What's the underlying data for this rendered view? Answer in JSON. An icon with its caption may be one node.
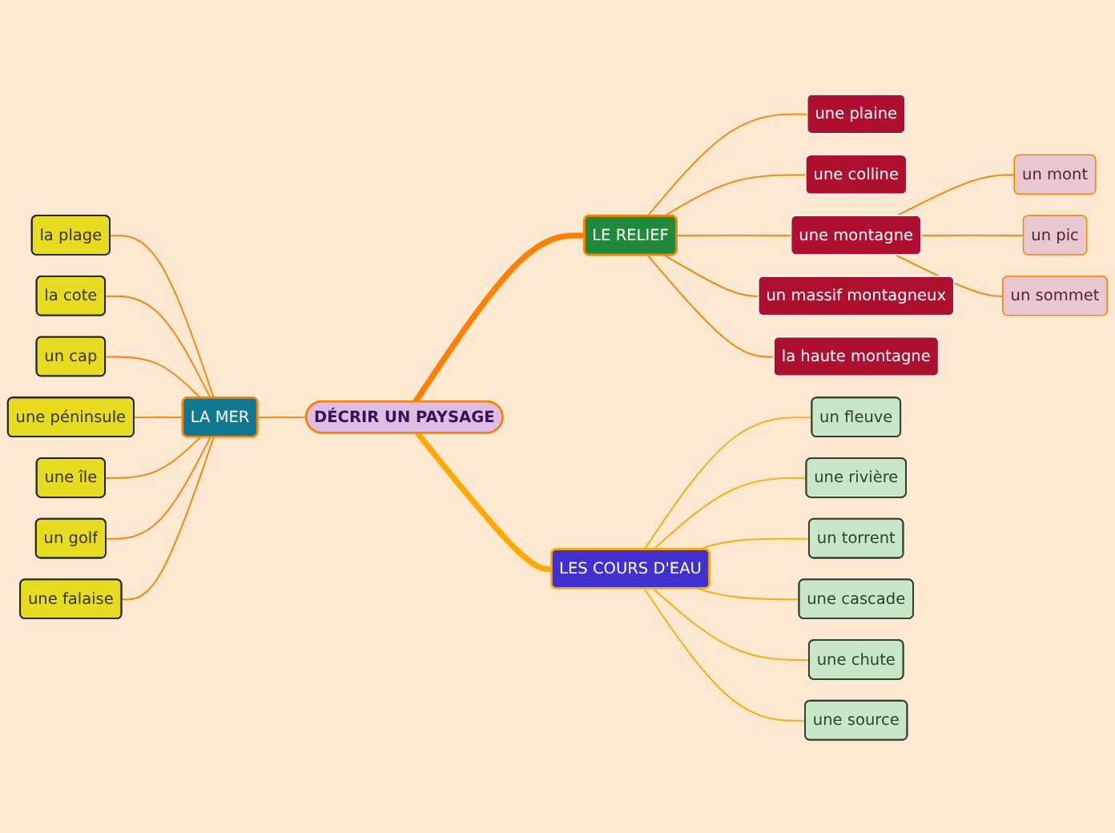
{
  "diagram": {
    "nodes": [
      {
        "text": [
          "DÉCRIR UN PAYSAGE"
        ]
      },
      {
        "text": [
          "LE RELIEF"
        ]
      },
      {
        "text": [
          "une plaine"
        ]
      },
      {
        "text": [
          "une colline"
        ]
      },
      {
        "text": [
          "une montagne"
        ]
      },
      {
        "text": [
          "un mont"
        ]
      },
      {
        "text": [
          "un pic"
        ]
      },
      {
        "text": [
          "un sommet"
        ]
      },
      {
        "text": [
          "un massif montagneux"
        ]
      },
      {
        "text": [
          "la haute montagne"
        ]
      },
      {
        "text": [
          "LES COURS D'EAU"
        ]
      },
      {
        "text": [
          "un fleuve"
        ]
      },
      {
        "text": [
          "une rivière"
        ]
      },
      {
        "text": [
          "un torrent"
        ]
      },
      {
        "text": [
          "une cascade"
        ]
      },
      {
        "text": [
          "une chute"
        ]
      },
      {
        "text": [
          "une source"
        ]
      },
      {
        "text": [
          "LA MER"
        ]
      },
      {
        "text": [
          "la plage"
        ]
      },
      {
        "text": [
          "la cote"
        ]
      },
      {
        "text": [
          "un cap"
        ]
      },
      {
        "text": [
          "une péninsule"
        ]
      },
      {
        "text": [
          "une île"
        ]
      },
      {
        "text": [
          "un golf"
        ]
      },
      {
        "text": [
          "une falaise"
        ]
      }
    ],
    "edges": [
      {
        "from": 0,
        "to": 1,
        "arrow": "none",
        "style": "thick"
      },
      {
        "from": 1,
        "to": 2,
        "arrow": "none"
      },
      {
        "from": 1,
        "to": 3,
        "arrow": "none"
      },
      {
        "from": 1,
        "to": 4,
        "arrow": "none"
      },
      {
        "from": 4,
        "to": 5,
        "arrow": "none"
      },
      {
        "from": 4,
        "to": 6,
        "arrow": "none"
      },
      {
        "from": 4,
        "to": 7,
        "arrow": "none"
      },
      {
        "from": 1,
        "to": 8,
        "arrow": "none"
      },
      {
        "from": 1,
        "to": 9,
        "arrow": "none"
      },
      {
        "from": 0,
        "to": 10,
        "arrow": "none",
        "style": "thick",
        "color": "#ffaa00"
      },
      {
        "from": 10,
        "to": 11,
        "arrow": "none",
        "color": "#ffaa00"
      },
      {
        "from": 10,
        "to": 12,
        "arrow": "none",
        "color": "#ffaa00"
      },
      {
        "from": 10,
        "to": 13,
        "arrow": "none",
        "color": "#ffaa00"
      },
      {
        "from": 10,
        "to": 14,
        "arrow": "none",
        "color": "#ffaa00"
      },
      {
        "from": 10,
        "to": 15,
        "arrow": "none",
        "color": "#ffaa00"
      },
      {
        "from": 10,
        "to": 16,
        "arrow": "none",
        "color": "#ffaa00"
      },
      {
        "from": 0,
        "to": 17,
        "arrow": "none"
      },
      {
        "from": 17,
        "to": 18,
        "arrow": "none"
      },
      {
        "from": 17,
        "to": 19,
        "arrow": "none"
      },
      {
        "from": 17,
        "to": 20,
        "arrow": "none"
      },
      {
        "from": 17,
        "to": 21,
        "arrow": "none"
      },
      {
        "from": 17,
        "to": 22,
        "arrow": "none"
      },
      {
        "from": 17,
        "to": 23,
        "arrow": "none"
      },
      {
        "from": 17,
        "to": 24,
        "arrow": "none"
      }
    ]
  }
}
